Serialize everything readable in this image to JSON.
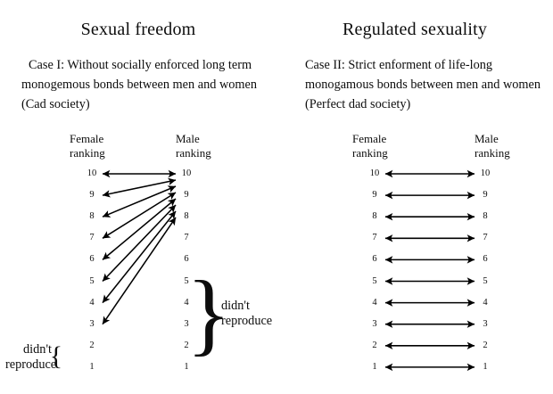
{
  "panels": [
    {
      "id": "left",
      "title": "Sexual freedom",
      "case_text": "Case I: Without socially enforced long term monogemous bonds between men and women (Cad society)",
      "female_heading": "Female\nranking",
      "male_heading": "Male\nranking",
      "female_ranks": [
        "10",
        "9",
        "8",
        "7",
        "6",
        "5",
        "4",
        "3",
        "2",
        "1"
      ],
      "male_ranks": [
        "10",
        "9",
        "8",
        "7",
        "6",
        "5",
        "4",
        "3",
        "2",
        "1"
      ],
      "female_brace": "{",
      "female_brace_label": "didn't\nreproduce",
      "male_brace": "}",
      "male_brace_label": "didn't\nreproduce",
      "arrows": [
        {
          "from_male": 10,
          "to_female": 10,
          "double": true
        },
        {
          "from_male": 10,
          "to_female": 9,
          "double": true
        },
        {
          "from_male": 10,
          "to_female": 8,
          "double": true
        },
        {
          "from_male": 9,
          "to_female": 7,
          "double": true
        },
        {
          "from_male": 9,
          "to_female": 6,
          "double": true
        },
        {
          "from_male": 8,
          "to_female": 5,
          "double": true
        },
        {
          "from_male": 8,
          "to_female": 4,
          "double": true
        },
        {
          "from_male": 7,
          "to_female": 3,
          "double": true
        }
      ]
    },
    {
      "id": "right",
      "title": "Regulated sexuality",
      "case_text": "Case II: Strict enforment of life-long monogamous bonds between men and women (Perfect dad society)",
      "female_heading": "Female\nranking",
      "male_heading": "Male\nranking",
      "female_ranks": [
        "10",
        "9",
        "8",
        "7",
        "6",
        "5",
        "4",
        "3",
        "2",
        "1"
      ],
      "male_ranks": [
        "10",
        "9",
        "8",
        "7",
        "6",
        "5",
        "4",
        "3",
        "2",
        "1"
      ],
      "female_brace": "",
      "female_brace_label": "",
      "male_brace": "",
      "male_brace_label": "",
      "arrows": [
        {
          "from_male": 10,
          "to_female": 10,
          "double": true
        },
        {
          "from_male": 9,
          "to_female": 9,
          "double": true
        },
        {
          "from_male": 8,
          "to_female": 8,
          "double": true
        },
        {
          "from_male": 7,
          "to_female": 7,
          "double": true
        },
        {
          "from_male": 6,
          "to_female": 6,
          "double": true
        },
        {
          "from_male": 5,
          "to_female": 5,
          "double": true
        },
        {
          "from_male": 4,
          "to_female": 4,
          "double": true
        },
        {
          "from_male": 3,
          "to_female": 3,
          "double": true
        },
        {
          "from_male": 2,
          "to_female": 2,
          "double": true
        },
        {
          "from_male": 1,
          "to_female": 1,
          "double": true
        }
      ]
    }
  ],
  "colors": {
    "background": "#ffffff",
    "ink": "#0d0d0d",
    "arrow": "#000000"
  }
}
